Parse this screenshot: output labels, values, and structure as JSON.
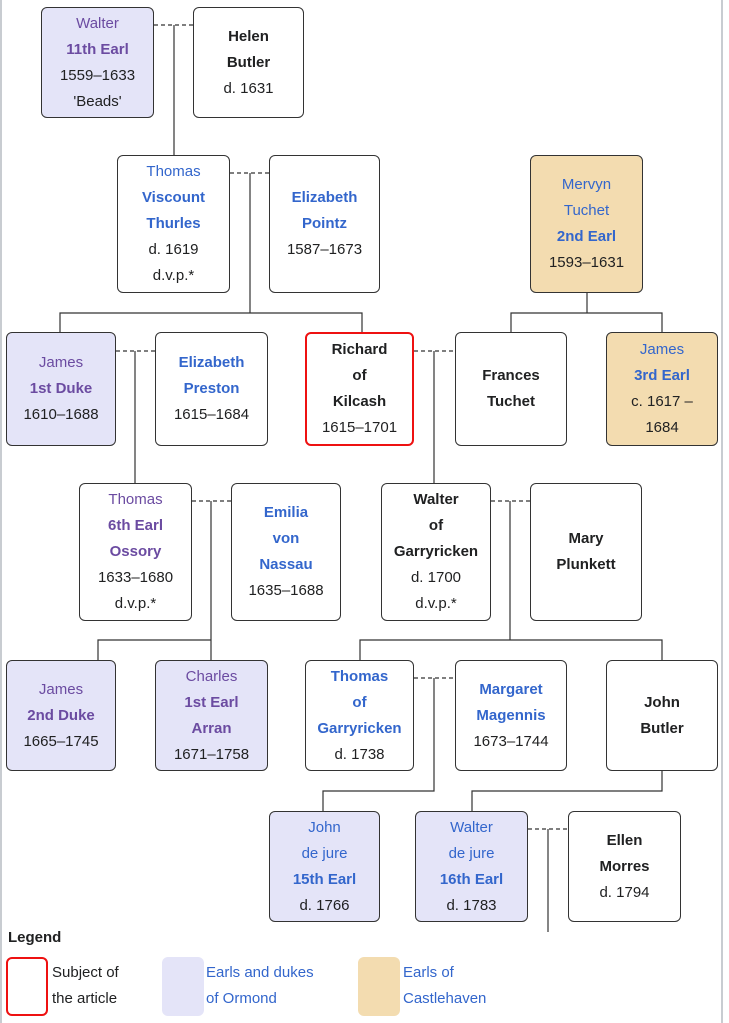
{
  "people": [
    {
      "id": "walter-11th-earl",
      "type": "ormond",
      "lines": [
        {
          "t": "Walter",
          "s": "visited"
        },
        {
          "t": "11th Earl",
          "s": "visitedb"
        },
        {
          "t": "1559–1633",
          "s": "n"
        },
        {
          "t": "'Beads'",
          "s": "n"
        }
      ]
    },
    {
      "id": "helen-butler",
      "type": "plain",
      "lines": [
        {
          "t": "Helen",
          "s": "b"
        },
        {
          "t": "Butler",
          "s": "b"
        },
        {
          "t": "d. 1631",
          "s": "n"
        }
      ]
    },
    {
      "id": "thomas-viscount-thurles",
      "type": "plain",
      "lines": [
        {
          "t": "Thomas",
          "s": "link"
        },
        {
          "t": "Viscount",
          "s": "linkb"
        },
        {
          "t": "Thurles",
          "s": "linkb"
        },
        {
          "t": "d. 1619",
          "s": "n"
        },
        {
          "t": "d.v.p.*",
          "s": "n"
        }
      ]
    },
    {
      "id": "elizabeth-pointz",
      "type": "plain",
      "lines": [
        {
          "t": "Elizabeth",
          "s": "linkb"
        },
        {
          "t": "Pointz",
          "s": "linkb"
        },
        {
          "t": "1587–1673",
          "s": "n"
        }
      ]
    },
    {
      "id": "mervyn-tuchet",
      "type": "castle",
      "lines": [
        {
          "t": "Mervyn",
          "s": "link"
        },
        {
          "t": "Tuchet",
          "s": "link"
        },
        {
          "t": "2nd Earl",
          "s": "linkb"
        },
        {
          "t": "1593–1631",
          "s": "n"
        }
      ]
    },
    {
      "id": "james-1st-duke",
      "type": "ormond",
      "lines": [
        {
          "t": "James",
          "s": "visited"
        },
        {
          "t": "1st Duke",
          "s": "visitedb"
        },
        {
          "t": "1610–1688",
          "s": "n"
        }
      ]
    },
    {
      "id": "elizabeth-preston",
      "type": "plain",
      "lines": [
        {
          "t": "Elizabeth",
          "s": "linkb"
        },
        {
          "t": "Preston",
          "s": "linkb"
        },
        {
          "t": "1615–1684",
          "s": "n"
        }
      ]
    },
    {
      "id": "richard-of-kilcash",
      "type": "subject",
      "lines": [
        {
          "t": "Richard",
          "s": "b"
        },
        {
          "t": "of",
          "s": "b"
        },
        {
          "t": "Kilcash",
          "s": "b"
        },
        {
          "t": "1615–1701",
          "s": "n"
        }
      ]
    },
    {
      "id": "frances-tuchet",
      "type": "plain",
      "lines": [
        {
          "t": "Frances",
          "s": "b"
        },
        {
          "t": "Tuchet",
          "s": "b"
        }
      ]
    },
    {
      "id": "james-3rd-earl",
      "type": "castle",
      "lines": [
        {
          "t": "James",
          "s": "link"
        },
        {
          "t": "3rd Earl",
          "s": "linkb"
        },
        {
          "t": "c. 1617 –",
          "s": "n"
        },
        {
          "t": "1684",
          "s": "n"
        }
      ]
    },
    {
      "id": "thomas-6th-earl-ossory",
      "type": "plain",
      "lines": [
        {
          "t": "Thomas",
          "s": "visited"
        },
        {
          "t": "6th Earl",
          "s": "visitedb"
        },
        {
          "t": "Ossory",
          "s": "visitedb"
        },
        {
          "t": "1633–1680",
          "s": "n"
        },
        {
          "t": "d.v.p.*",
          "s": "n"
        }
      ]
    },
    {
      "id": "emilia-von-nassau",
      "type": "plain",
      "lines": [
        {
          "t": "Emilia",
          "s": "linkb"
        },
        {
          "t": "von",
          "s": "linkb"
        },
        {
          "t": "Nassau",
          "s": "linkb"
        },
        {
          "t": "1635–1688",
          "s": "n"
        }
      ]
    },
    {
      "id": "walter-of-garryricken",
      "type": "plain",
      "lines": [
        {
          "t": "Walter",
          "s": "b"
        },
        {
          "t": "of",
          "s": "b"
        },
        {
          "t": "Garryricken",
          "s": "b"
        },
        {
          "t": "d. 1700",
          "s": "n"
        },
        {
          "t": "d.v.p.*",
          "s": "n"
        }
      ]
    },
    {
      "id": "mary-plunkett",
      "type": "plain",
      "lines": [
        {
          "t": "Mary",
          "s": "b"
        },
        {
          "t": "Plunkett",
          "s": "b"
        }
      ]
    },
    {
      "id": "james-2nd-duke",
      "type": "ormond",
      "lines": [
        {
          "t": "James",
          "s": "visited"
        },
        {
          "t": "2nd Duke",
          "s": "visitedb"
        },
        {
          "t": "1665–1745",
          "s": "n"
        }
      ]
    },
    {
      "id": "charles-1st-earl-arran",
      "type": "ormond",
      "lines": [
        {
          "t": "Charles",
          "s": "visited"
        },
        {
          "t": "1st Earl",
          "s": "visitedb"
        },
        {
          "t": "Arran",
          "s": "visitedb"
        },
        {
          "t": "1671–1758",
          "s": "n"
        }
      ]
    },
    {
      "id": "thomas-of-garryricken",
      "type": "plain",
      "lines": [
        {
          "t": "Thomas",
          "s": "linkb"
        },
        {
          "t": "of",
          "s": "linkb"
        },
        {
          "t": "Garryricken",
          "s": "linkb"
        },
        {
          "t": "d. 1738",
          "s": "n"
        }
      ]
    },
    {
      "id": "margaret-magennis",
      "type": "plain",
      "lines": [
        {
          "t": "Margaret",
          "s": "linkb"
        },
        {
          "t": "Magennis",
          "s": "linkb"
        },
        {
          "t": "1673–1744",
          "s": "n"
        }
      ]
    },
    {
      "id": "john-butler",
      "type": "plain",
      "lines": [
        {
          "t": "John",
          "s": "b"
        },
        {
          "t": "Butler",
          "s": "b"
        }
      ]
    },
    {
      "id": "john-15th-earl",
      "type": "ormond",
      "lines": [
        {
          "t": "John",
          "s": "link"
        },
        {
          "t": "de jure",
          "s": "link"
        },
        {
          "t": "15th Earl",
          "s": "linkb"
        },
        {
          "t": "d. 1766",
          "s": "n"
        }
      ]
    },
    {
      "id": "walter-16th-earl",
      "type": "ormond",
      "lines": [
        {
          "t": "Walter",
          "s": "link"
        },
        {
          "t": "de jure",
          "s": "link"
        },
        {
          "t": "16th Earl",
          "s": "linkb"
        },
        {
          "t": "d. 1783",
          "s": "n"
        }
      ]
    },
    {
      "id": "ellen-morres",
      "type": "plain",
      "lines": [
        {
          "t": "Ellen",
          "s": "b"
        },
        {
          "t": "Morres",
          "s": "b"
        },
        {
          "t": "d. 1794",
          "s": "n"
        }
      ]
    }
  ],
  "legend": {
    "title": "Legend",
    "subject": [
      "Subject of",
      "the article"
    ],
    "ormond": [
      "Earls and dukes",
      "of Ormond"
    ],
    "castlehaven": [
      "Earls of",
      "Castlehaven"
    ]
  },
  "colors": {
    "ormond": "#e4e4f8",
    "castlehaven": "#f3dcb0",
    "subject_border": "#ee1111",
    "link": "#3366cc",
    "visited": "#6b4ba1"
  }
}
